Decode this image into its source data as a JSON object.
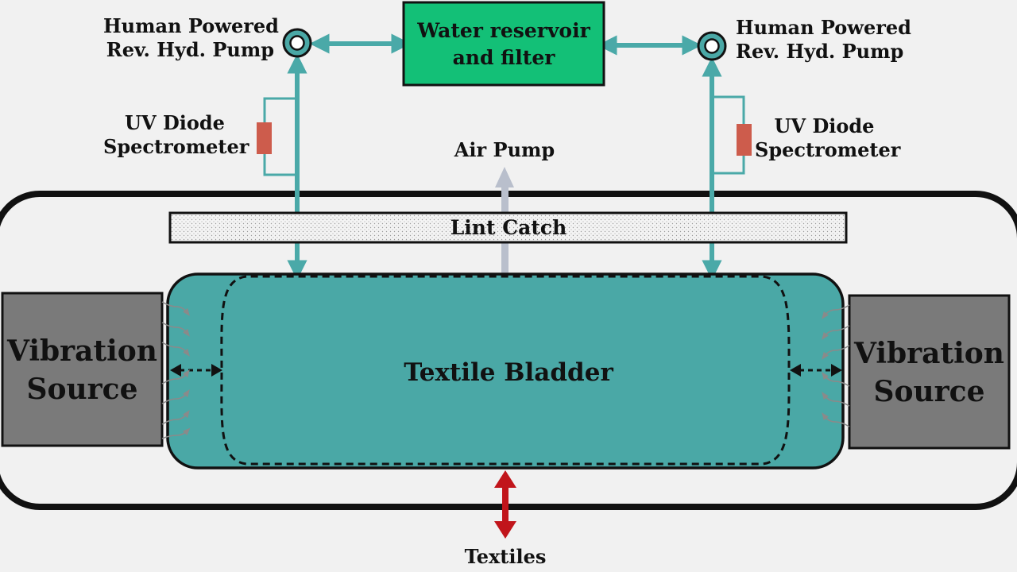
{
  "labels": {
    "pump_left": "Human Powered",
    "pump_left_sub": "Rev. Hyd. Pump",
    "pump_right": "Human Powered",
    "pump_right_sub": "Rev. Hyd. Pump",
    "reservoir_line1": "Water reservoir",
    "reservoir_line2": "and filter",
    "uv_left": "UV Diode",
    "uv_left_sub": "Spectrometer",
    "uv_right": "UV Diode",
    "uv_right_sub": "Spectrometer",
    "air_pump": "Air Pump",
    "lint_catch": "Lint Catch",
    "textile_bladder": "Textile Bladder",
    "vibration_left_line1": "Vibration",
    "vibration_left_line2": "Source",
    "vibration_right_line1": "Vibration",
    "vibration_right_line2": "Source",
    "textiles": "Textiles"
  },
  "colors": {
    "teal": "#4aa8a6",
    "teal_line": "#4aa9a8",
    "reservoir_green": "#13c077",
    "vibration_gray": "#7a7a7a",
    "uv_red": "#cd5c4c",
    "air_arrow": "#b9bfcc",
    "textiles_arrow": "#c1151b",
    "background": "#f1f1f1"
  }
}
